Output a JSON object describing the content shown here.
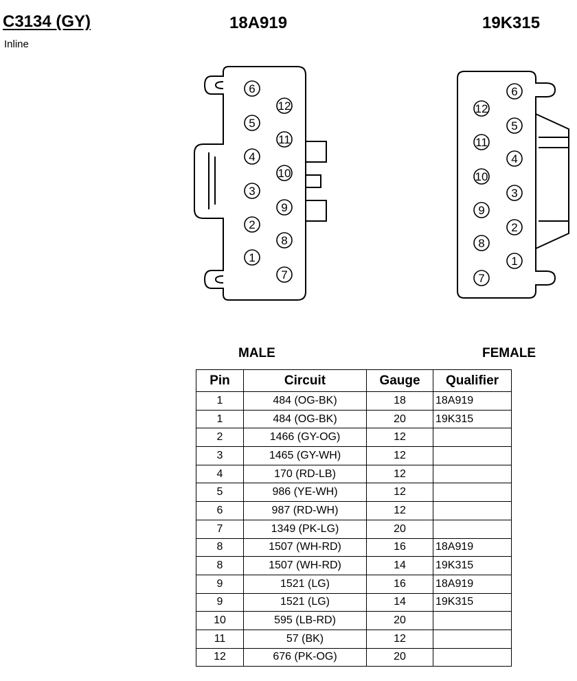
{
  "connector": {
    "id": "C3134 (GY)",
    "location": "Inline",
    "male_part": "18A919",
    "female_part": "19K315",
    "male_label": "MALE",
    "female_label": "FEMALE",
    "male_pins": [
      "1",
      "2",
      "3",
      "4",
      "5",
      "6",
      "7",
      "8",
      "9",
      "10",
      "11",
      "12"
    ],
    "female_pins": [
      "1",
      "2",
      "3",
      "4",
      "5",
      "6",
      "7",
      "8",
      "9",
      "10",
      "11",
      "12"
    ]
  },
  "table": {
    "headers": [
      "Pin",
      "Circuit",
      "Gauge",
      "Qualifier"
    ],
    "rows": [
      {
        "pin": "1",
        "circuit": "484 (OG-BK)",
        "gauge": "18",
        "qualifier": "18A919"
      },
      {
        "pin": "1",
        "circuit": "484 (OG-BK)",
        "gauge": "20",
        "qualifier": "19K315"
      },
      {
        "pin": "2",
        "circuit": "1466 (GY-OG)",
        "gauge": "12",
        "qualifier": ""
      },
      {
        "pin": "3",
        "circuit": "1465 (GY-WH)",
        "gauge": "12",
        "qualifier": ""
      },
      {
        "pin": "4",
        "circuit": "170 (RD-LB)",
        "gauge": "12",
        "qualifier": ""
      },
      {
        "pin": "5",
        "circuit": "986 (YE-WH)",
        "gauge": "12",
        "qualifier": ""
      },
      {
        "pin": "6",
        "circuit": "987 (RD-WH)",
        "gauge": "12",
        "qualifier": ""
      },
      {
        "pin": "7",
        "circuit": "1349 (PK-LG)",
        "gauge": "20",
        "qualifier": ""
      },
      {
        "pin": "8",
        "circuit": "1507 (WH-RD)",
        "gauge": "16",
        "qualifier": "18A919"
      },
      {
        "pin": "8",
        "circuit": "1507 (WH-RD)",
        "gauge": "14",
        "qualifier": "19K315"
      },
      {
        "pin": "9",
        "circuit": "1521 (LG)",
        "gauge": "16",
        "qualifier": "18A919"
      },
      {
        "pin": "9",
        "circuit": "1521 (LG)",
        "gauge": "14",
        "qualifier": "19K315"
      },
      {
        "pin": "10",
        "circuit": "595 (LB-RD)",
        "gauge": "20",
        "qualifier": ""
      },
      {
        "pin": "11",
        "circuit": "57 (BK)",
        "gauge": "12",
        "qualifier": ""
      },
      {
        "pin": "12",
        "circuit": "676 (PK-OG)",
        "gauge": "20",
        "qualifier": ""
      }
    ]
  }
}
